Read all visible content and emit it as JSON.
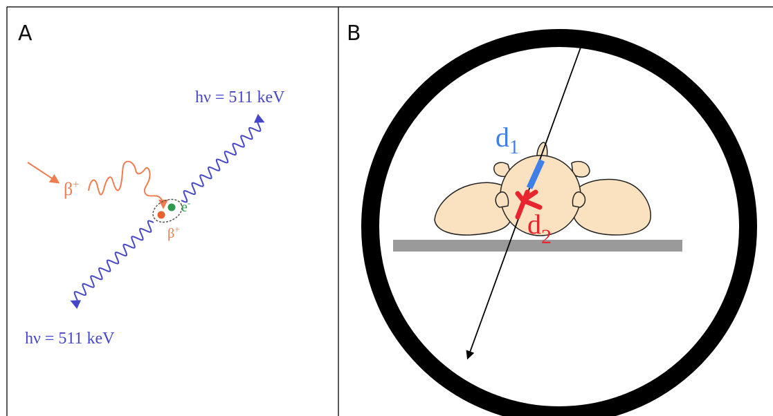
{
  "panels": {
    "a": {
      "letter": "A",
      "beta_label": "β",
      "beta_sup": "+",
      "electron_label": "e",
      "electron_sup": "-",
      "positron_label": "β",
      "positron_sup": "+",
      "photon_top_label": "hν = 511 keV",
      "photon_bottom_label": "hν = 511 keV"
    },
    "b": {
      "letter": "B",
      "d1_label": "d",
      "d1_sub": "1",
      "d2_label": "d",
      "d2_sub": "2"
    }
  },
  "colors": {
    "beta": "#f07c50",
    "photon": "#4646c8",
    "electron": "#2e9a4e",
    "d1": "#3f7fe8",
    "d2": "#e8252e",
    "body_fill": "#fae1c0",
    "ring": "#000000",
    "table": "#9a9a9a"
  }
}
